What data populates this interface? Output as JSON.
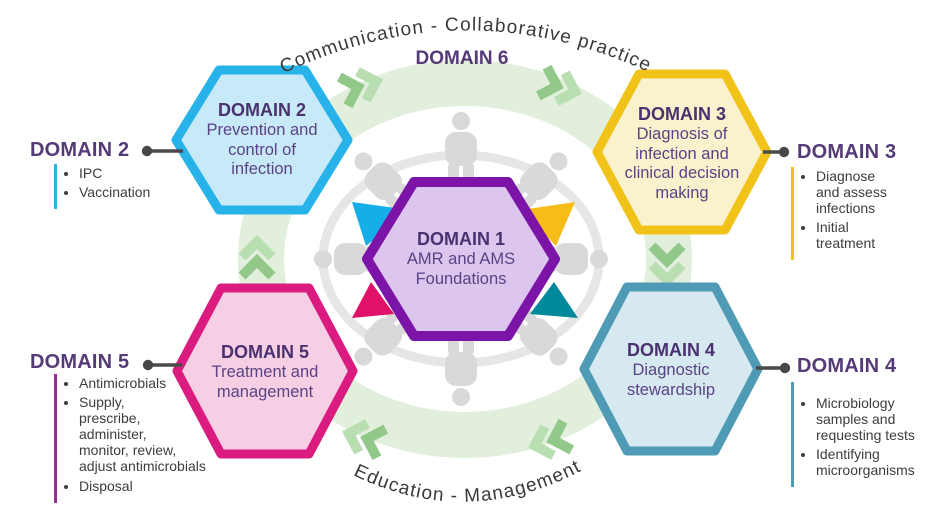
{
  "arcs": {
    "top_label": "Communication - Collaborative practice",
    "top_domain": "DOMAIN 6",
    "bottom_label": "Education - Management"
  },
  "hexagons": {
    "d1": {
      "title": "DOMAIN 1",
      "body": "AMR and AMS\nFoundations"
    },
    "d2": {
      "title": "DOMAIN 2",
      "body": "Prevention and\ncontrol of\ninfection"
    },
    "d3": {
      "title": "DOMAIN 3",
      "body": "Diagnosis of\ninfection and\nclinical decision\nmaking"
    },
    "d4": {
      "title": "DOMAIN 4",
      "body": "Diagnostic\nstewardship"
    },
    "d5": {
      "title": "DOMAIN 5",
      "body": "Treatment and\nmanagement"
    }
  },
  "annotations": {
    "d2": {
      "heading": "DOMAIN 2",
      "bullets": [
        "IPC",
        "Vaccination"
      ]
    },
    "d3": {
      "heading": "DOMAIN 3",
      "bullets": [
        "Diagnose\nand assess\ninfections",
        "Initial\ntreatment"
      ]
    },
    "d5": {
      "heading": "DOMAIN 5",
      "bullets": [
        "Antimicrobials",
        "Supply,\nprescribe,\nadminister,\nmonitor, review,\nadjust antimicrobials",
        "Disposal"
      ]
    },
    "d4": {
      "heading": "DOMAIN 4",
      "bullets": [
        "Microbiology\nsamples and\nrequesting tests",
        "Identifying\nmicroorganisms"
      ]
    }
  },
  "colors": {
    "d1_border": "#7c14a8",
    "d1_fill": "#dcc6ee",
    "d2_border": "#27b3e9",
    "d2_fill": "#c7e9f8",
    "d3_border": "#f1c319",
    "d3_fill": "#faf1cd",
    "d4_border": "#4f9ab4",
    "d4_fill": "#d6e8f0",
    "d5_border": "#da1b7f",
    "d5_fill": "#f6cfe4",
    "d5_accent_line": "#9b2d96",
    "ring": "#e2efdc",
    "chevron": "#92c98a",
    "chevron_light": "#b9deb2",
    "person": "#d9d9d9",
    "arm_ring": "#e6e6e6",
    "tri_cyan": "#16aee9",
    "tri_yellow": "#f6bd19",
    "tri_magenta": "#e01168",
    "tri_teal": "#00889b",
    "title_purple": "#4a3170",
    "body_purple": "#5a4385",
    "ann_heading": "#553a78",
    "bullet_text": "#3d3d3d",
    "arc_text": "#3a3a3a",
    "connector": "#4a4a4a"
  }
}
